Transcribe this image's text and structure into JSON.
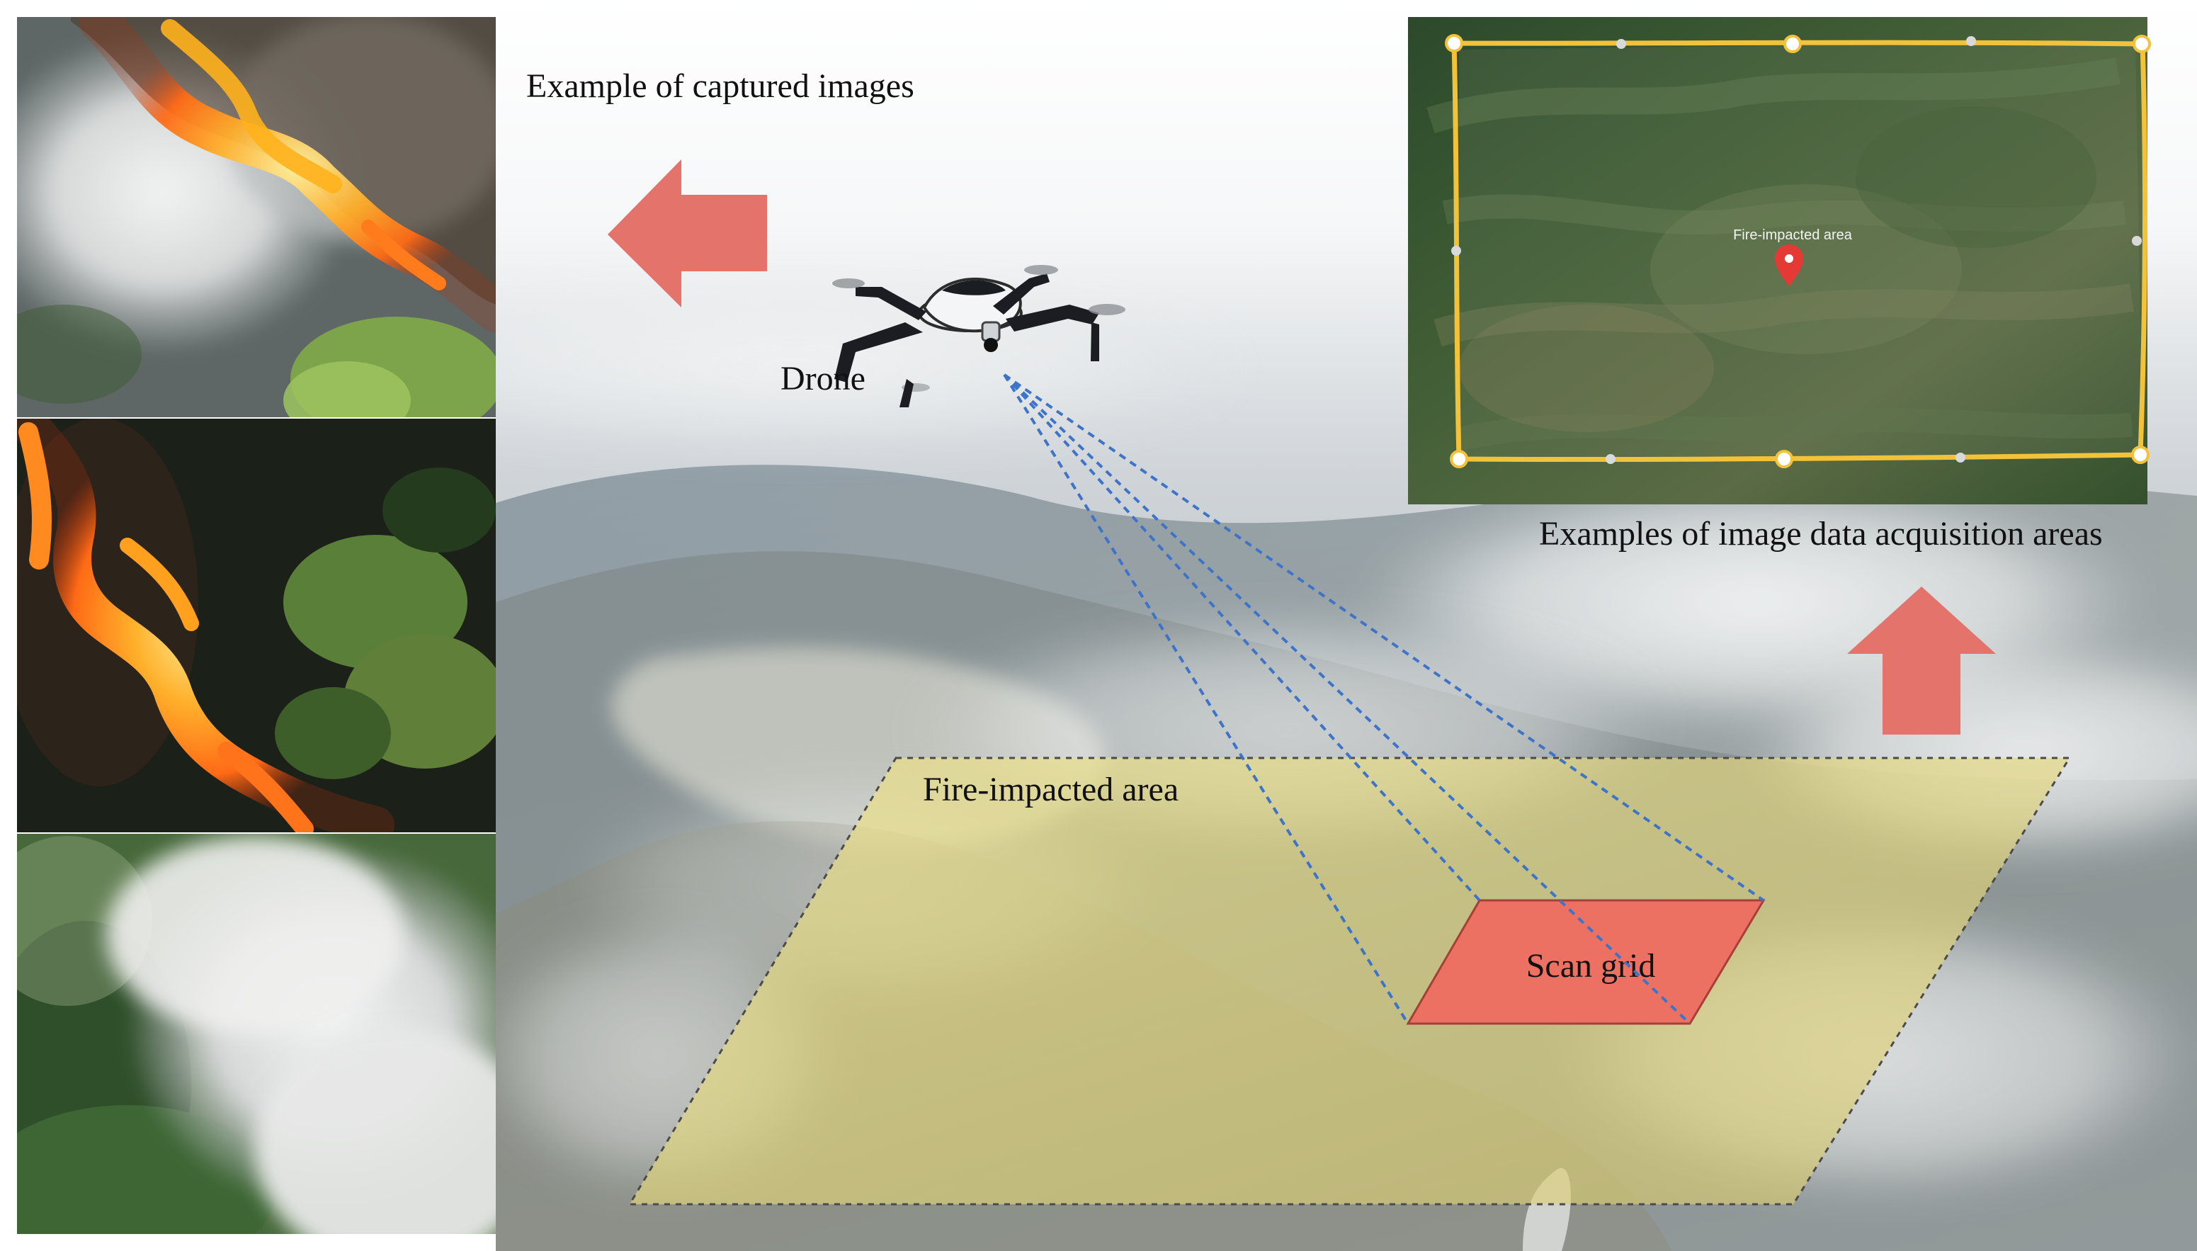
{
  "labels": {
    "captured_images": "Example of captured images",
    "drone": "Drone",
    "acquisition_areas": "Examples of image data acquisition areas",
    "fire_impacted_area": "Fire-impacted area",
    "scan_grid": "Scan grid",
    "map_marker_label": "Fire-impacted area"
  },
  "colors": {
    "arrow": "#e4736c",
    "scan_grid_fill": "#ec7163",
    "impacted_area_fill": "#e7db78",
    "map_outline": "#f2c23a",
    "sight_lines": "#3e74c8",
    "map_marker": "#e53935",
    "flame": "#ff7b1b",
    "vegetation": "#3e6b2f",
    "smoke": "#d7d9db"
  },
  "icons": {
    "drone": "quadcopter-drone-icon",
    "left_arrow": "arrow-left-icon",
    "up_arrow": "arrow-up-icon",
    "map_marker": "map-pin-icon"
  }
}
